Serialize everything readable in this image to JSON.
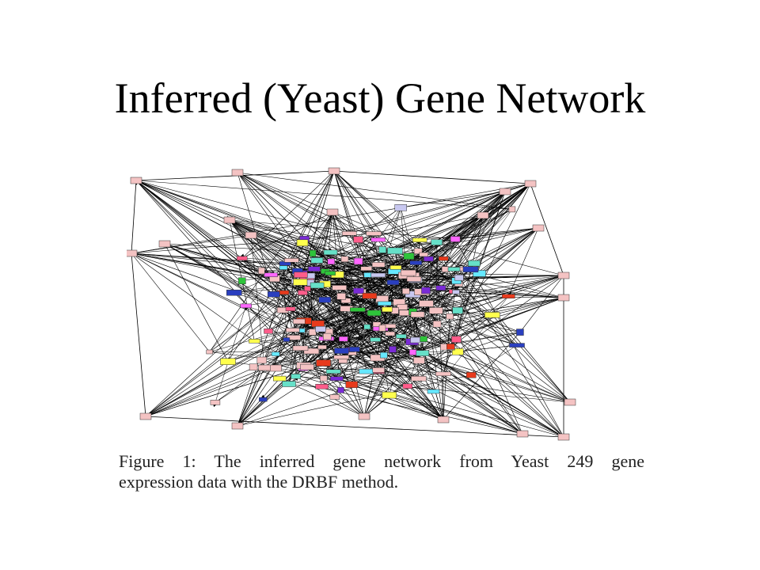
{
  "slide": {
    "title": "Inferred (Yeast) Gene Network"
  },
  "caption": {
    "line1": "Figure 1: The inferred gene network from Yeast 249 gene",
    "line2": "expression data with the DRBF method."
  },
  "colors": {
    "edge": "#000000",
    "default_node": "#f4c3c3",
    "node_border": "#333333",
    "cluster_colors": [
      "#f4c3c3",
      "#66e0c8",
      "#ff66ff",
      "#2a3fbf",
      "#ffff4d",
      "#7a2bd6",
      "#ff5c8a",
      "#e83a1c",
      "#2ec43a",
      "#66e8ff",
      "#c8c8f0"
    ]
  }
}
